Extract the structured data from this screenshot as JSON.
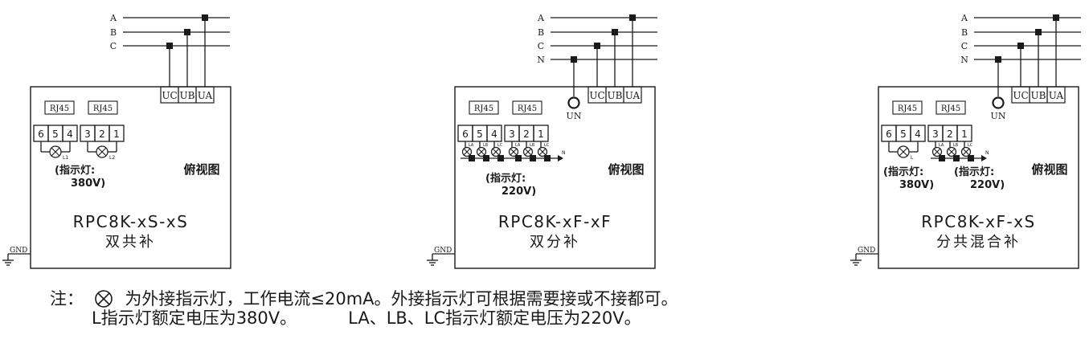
{
  "diagrams": [
    {
      "phases": [
        "A",
        "B",
        "C"
      ],
      "terminals": [
        "UC",
        "UB",
        "UA"
      ],
      "un_label": "",
      "rj45": [
        "RJ45",
        "RJ45"
      ],
      "pins": [
        "6",
        "5",
        "4",
        "3",
        "2",
        "1"
      ],
      "lamp_labels": [
        "L1",
        "L2"
      ],
      "n_label": "",
      "indicator_lines": [
        [
          "(指示灯:",
          "380V)"
        ]
      ],
      "view_label": "俯视图",
      "model": "RPC8K-xS-xS",
      "type": "双共补",
      "gnd": "GND"
    },
    {
      "phases": [
        "A",
        "B",
        "C",
        "N"
      ],
      "terminals": [
        "UC",
        "UB",
        "UA"
      ],
      "un_label": "UN",
      "rj45": [
        "RJ45",
        "RJ45"
      ],
      "pins": [
        "6",
        "5",
        "4",
        "3",
        "2",
        "1"
      ],
      "lamp_labels": [
        "LA",
        "LB",
        "LC",
        "LA",
        "LB",
        "LC"
      ],
      "n_label": "N",
      "indicator_lines": [
        [
          "(指示灯:",
          "220V)"
        ]
      ],
      "view_label": "俯视图",
      "model": "RPC8K-xF-xF",
      "type": "双分补",
      "gnd": "GND"
    },
    {
      "phases": [
        "A",
        "B",
        "C",
        "N"
      ],
      "terminals": [
        "UC",
        "UB",
        "UA"
      ],
      "un_label": "UN",
      "rj45": [
        "RJ45",
        "RJ45"
      ],
      "pins": [
        "6",
        "5",
        "4",
        "3",
        "2",
        "1"
      ],
      "lamp_labels": [
        "L",
        "LA",
        "LB",
        "LC"
      ],
      "n_label": "N",
      "indicator_lines": [
        [
          "(指示灯:",
          "380V)"
        ],
        [
          "(指示灯:",
          "220V)"
        ]
      ],
      "view_label": "俯视图",
      "model": "RPC8K-xF-xS",
      "type": "分共混合补",
      "gnd": "GND"
    }
  ],
  "note": {
    "prefix": "注：",
    "line1": "为外接指示灯，工作电流≤20mA。外接指示灯可根据需要接或不接都可。",
    "line2a": "L指示灯额定电压为380V。",
    "line2b": "LA、LB、LC指示灯额定电压为220V。"
  }
}
